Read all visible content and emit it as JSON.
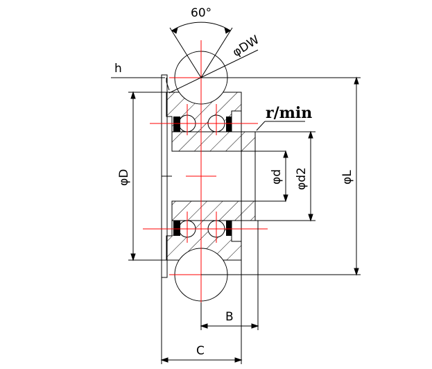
{
  "drawing": {
    "labels": {
      "angle": "60°",
      "ball_diameter": "φDW",
      "h": "h",
      "roughness": "r/min",
      "outer_diameter": "φD",
      "bore": "φd",
      "shoulder_diameter": "φd2",
      "overall_diameter": "φL",
      "width_b": "B",
      "width_c": "C"
    },
    "colors": {
      "outline": "#000000",
      "centerline": "#ff0000",
      "seal": "#000000",
      "background": "#ffffff"
    }
  }
}
